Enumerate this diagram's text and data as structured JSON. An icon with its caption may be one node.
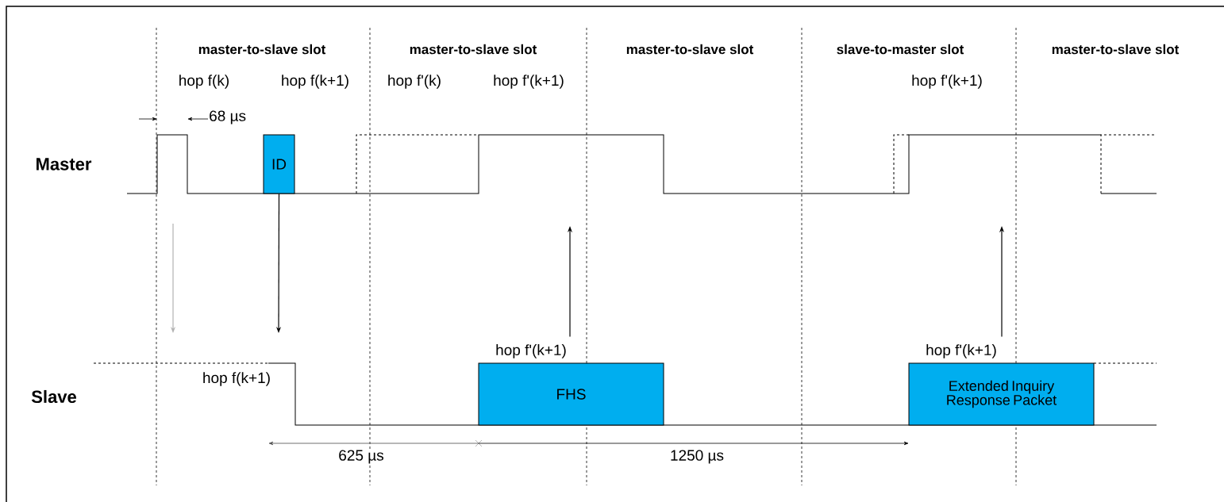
{
  "diagram": {
    "nodes": [
      {
        "text": [
          "ID"
        ]
      },
      {
        "text": [
          "FHS"
        ],
        "beside": [
          "hop f'(k+1)"
        ]
      },
      {
        "text": [
          "Extended Inquiry Response Packet"
        ],
        "beside": [
          "hop f'(k+1)"
        ]
      }
    ],
    "edges": [
      {
        "from": 0,
        "to": null,
        "arrow": "to"
      },
      {
        "from": 1,
        "to": null,
        "arrow": "to"
      },
      {
        "from": 2,
        "to": null,
        "arrow": "to"
      }
    ],
    "labels": [
      "master-to-slave slot",
      "master-to-slave slot",
      "master-to-slave slot",
      "slave-to-master slot",
      "master-to-slave slot",
      "hop f(k)",
      "hop f(k+1)",
      "hop f'(k)",
      "hop f'(k+1)",
      "hop f'(k+1)",
      "68 µs",
      "Master",
      "Slave",
      "hop f(k+1)",
      "625 µs",
      "1250 µs"
    ]
  }
}
